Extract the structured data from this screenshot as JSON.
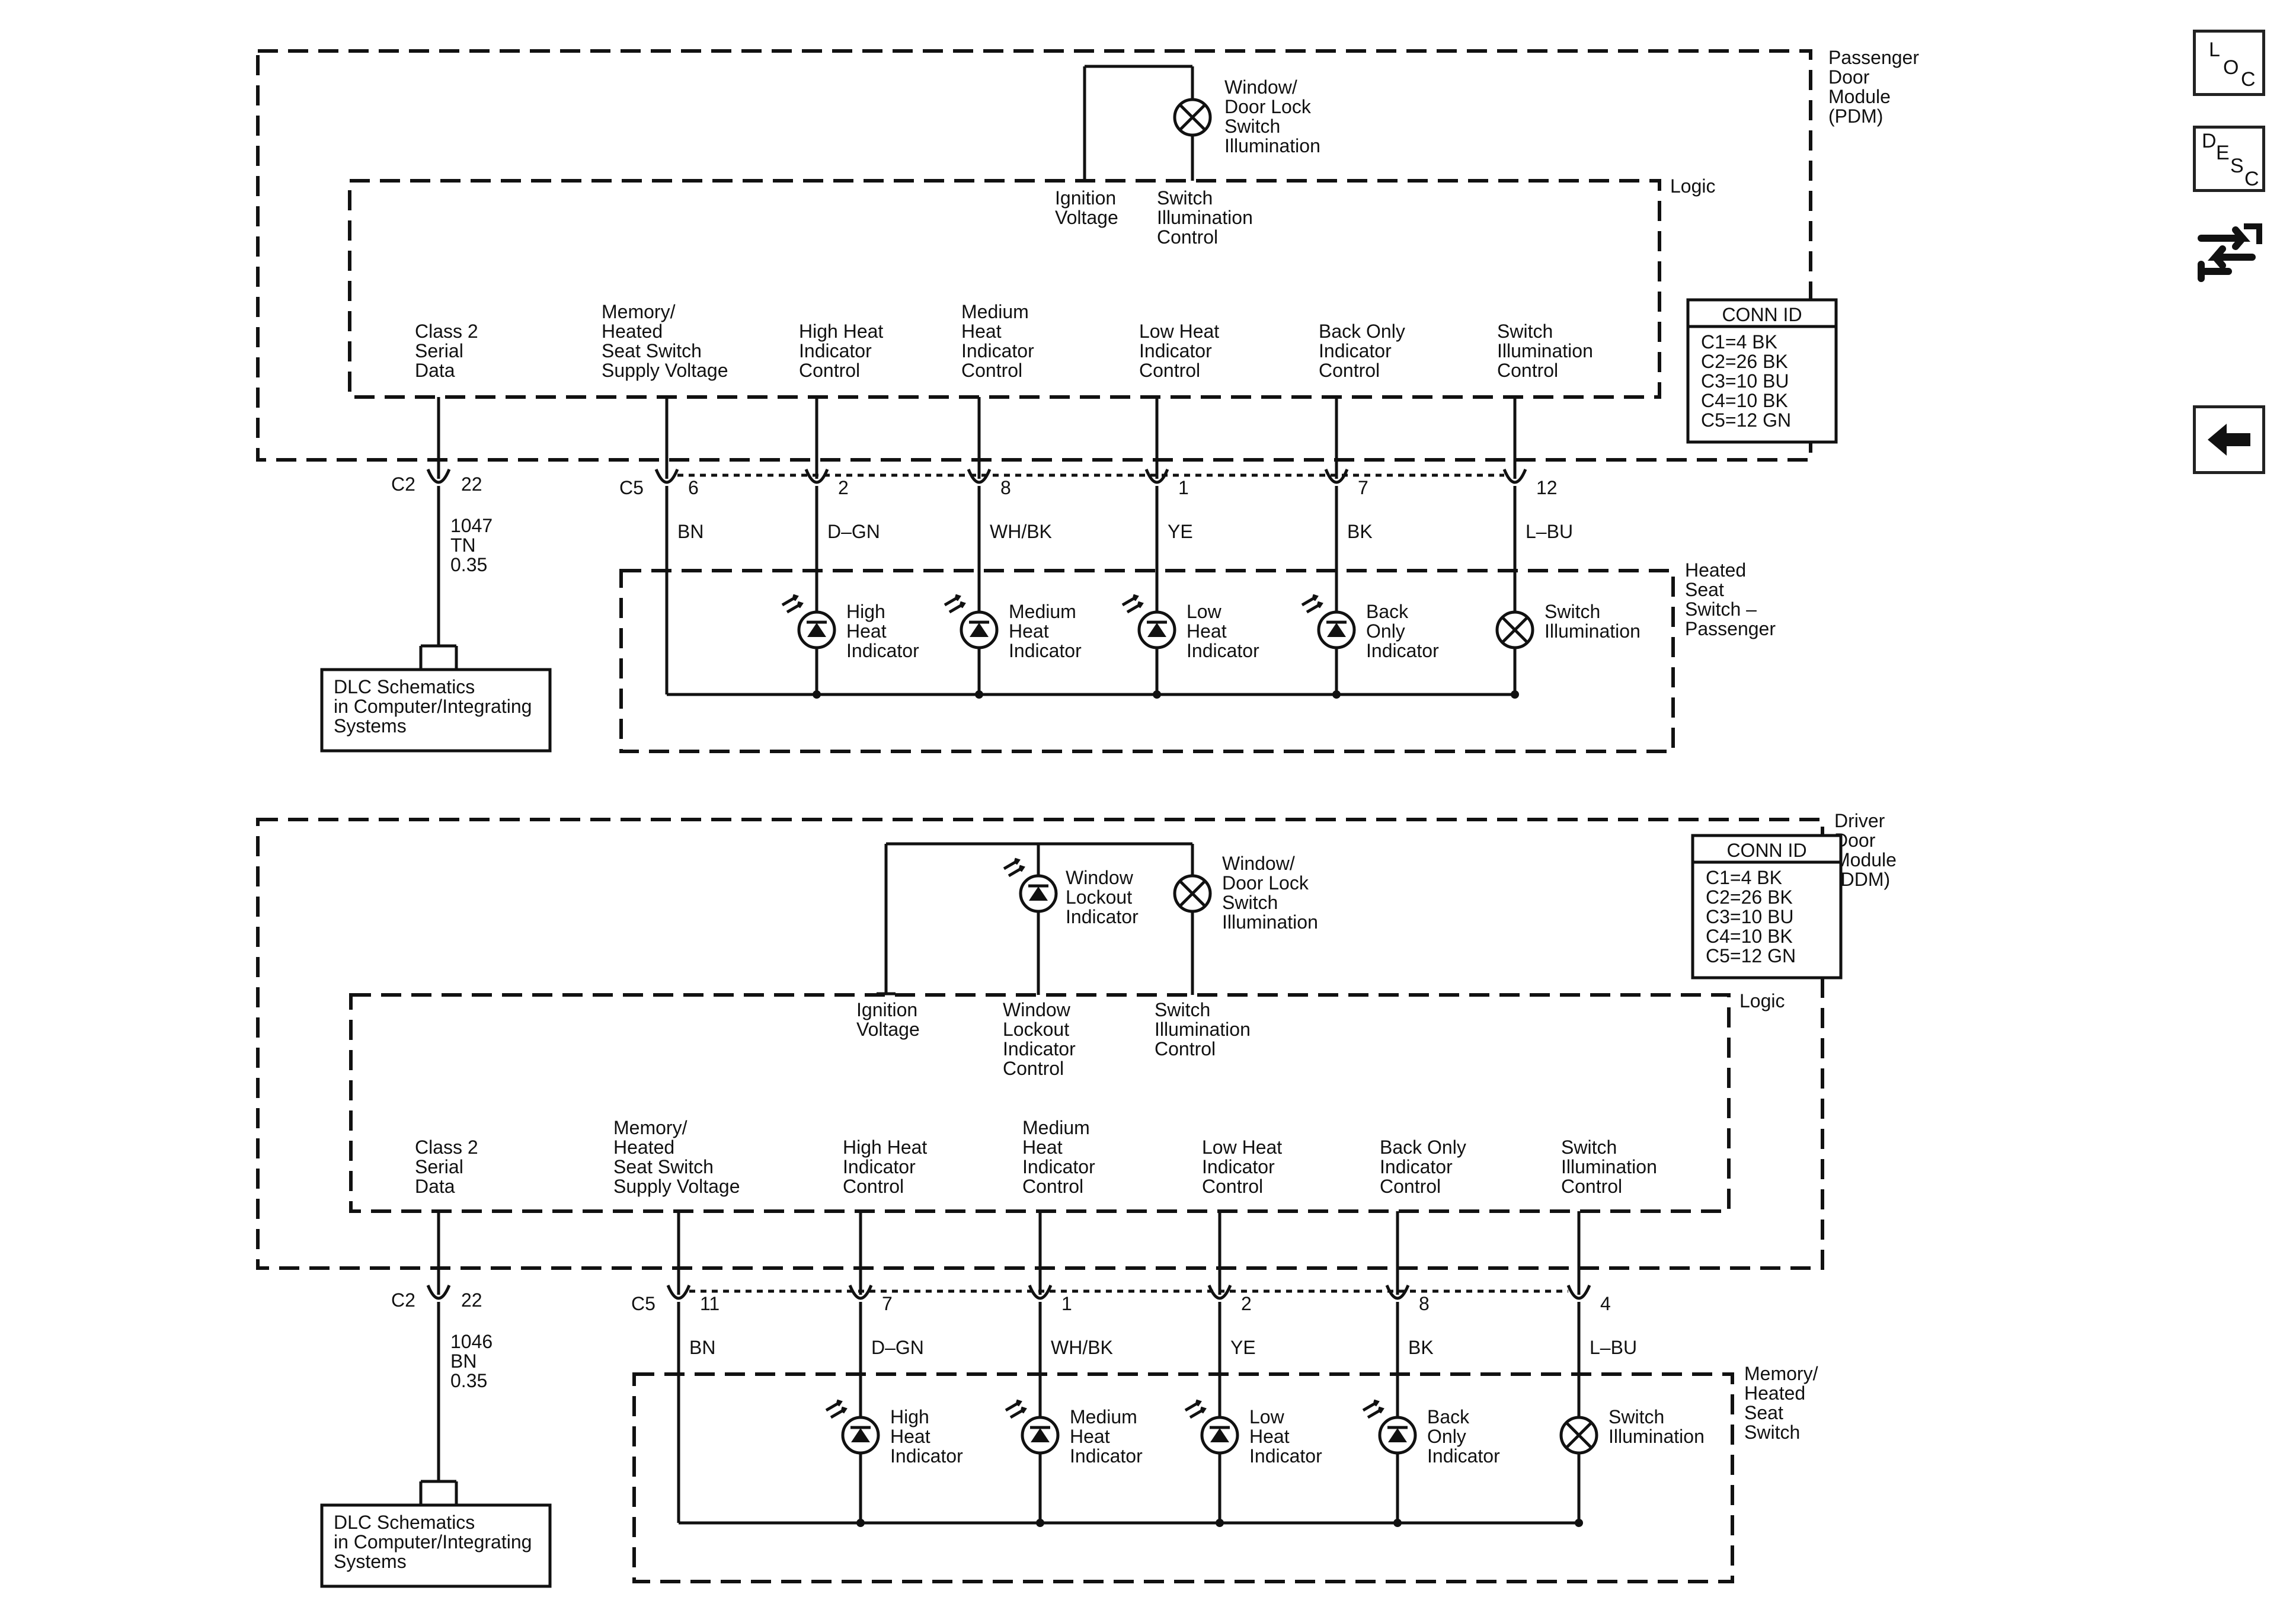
{
  "passenger": {
    "module_name": [
      "Passenger",
      "Door",
      "Module",
      "(PDM)"
    ],
    "logic_label": "Logic",
    "top_lamp_label": [
      "Window/",
      "Door Lock",
      "Switch",
      "Illumination"
    ],
    "ignition_label": [
      "Ignition",
      "Voltage"
    ],
    "switch_ctrl_label": [
      "Switch",
      "Illumination",
      "Control"
    ],
    "class2_label": [
      "Class 2",
      "Serial",
      "Data"
    ],
    "pins": [
      {
        "label": [
          "Memory/",
          "Heated",
          "Seat Switch",
          "Supply Voltage"
        ],
        "pin": "6",
        "color": "BN"
      },
      {
        "label": [
          "High Heat",
          "Indicator",
          "Control"
        ],
        "pin": "2",
        "color": "D–GN"
      },
      {
        "label": [
          "Medium",
          "Heat",
          "Indicator",
          "Control"
        ],
        "pin": "8",
        "color": "WH/BK"
      },
      {
        "label": [
          "Low Heat",
          "Indicator",
          "Control"
        ],
        "pin": "1",
        "color": "YE"
      },
      {
        "label": [
          "Back Only",
          "Indicator",
          "Control"
        ],
        "pin": "7",
        "color": "BK"
      },
      {
        "label": [
          "Switch",
          "Illumination",
          "Control"
        ],
        "pin": "12",
        "color": "L–BU"
      }
    ],
    "conn_prefix": "C5",
    "conn_id": {
      "title": "CONN ID",
      "rows": [
        "C1=4 BK",
        "C2=26 BK",
        "C3=10 BU",
        "C4=10 BK",
        "C5=12 GN"
      ]
    },
    "c2": {
      "conn": "C2",
      "pin": "22",
      "wire": [
        "1047",
        "TN",
        "0.35"
      ]
    },
    "dlc": [
      "DLC Schematics",
      "in Computer/Integrating",
      "Systems"
    ],
    "switch_name": [
      "Heated",
      "Seat",
      "Switch –",
      "Passenger"
    ],
    "indicators": [
      [
        "High",
        "Heat",
        "Indicator"
      ],
      [
        "Medium",
        "Heat",
        "Indicator"
      ],
      [
        "Low",
        "Heat",
        "Indicator"
      ],
      [
        "Back",
        "Only",
        "Indicator"
      ],
      [
        "Switch",
        "Illumination"
      ]
    ]
  },
  "driver": {
    "module_name": [
      "Driver",
      "Door",
      "Module",
      "(DDM)"
    ],
    "logic_label": "Logic",
    "lockout_lamp_label": [
      "Window",
      "Lockout",
      "Indicator"
    ],
    "top_lamp_label": [
      "Window/",
      "Door Lock",
      "Switch",
      "Illumination"
    ],
    "ignition_label": [
      "Ignition",
      "Voltage"
    ],
    "lockout_ctrl_label": [
      "Window",
      "Lockout",
      "Indicator",
      "Control"
    ],
    "switch_ctrl_label": [
      "Switch",
      "Illumination",
      "Control"
    ],
    "class2_label": [
      "Class 2",
      "Serial",
      "Data"
    ],
    "pins": [
      {
        "label": [
          "Memory/",
          "Heated",
          "Seat Switch",
          "Supply Voltage"
        ],
        "pin": "11",
        "color": "BN"
      },
      {
        "label": [
          "High Heat",
          "Indicator",
          "Control"
        ],
        "pin": "7",
        "color": "D–GN"
      },
      {
        "label": [
          "Medium",
          "Heat",
          "Indicator",
          "Control"
        ],
        "pin": "1",
        "color": "WH/BK"
      },
      {
        "label": [
          "Low Heat",
          "Indicator",
          "Control"
        ],
        "pin": "2",
        "color": "YE"
      },
      {
        "label": [
          "Back Only",
          "Indicator",
          "Control"
        ],
        "pin": "8",
        "color": "BK"
      },
      {
        "label": [
          "Switch",
          "Illumination",
          "Control"
        ],
        "pin": "4",
        "color": "L–BU"
      }
    ],
    "conn_prefix": "C5",
    "conn_id": {
      "title": "CONN ID",
      "rows": [
        "C1=4 BK",
        "C2=26 BK",
        "C3=10 BU",
        "C4=10 BK",
        "C5=12 GN"
      ]
    },
    "c2": {
      "conn": "C2",
      "pin": "22",
      "wire": [
        "1046",
        "BN",
        "0.35"
      ]
    },
    "dlc": [
      "DLC Schematics",
      "in Computer/Integrating",
      "Systems"
    ],
    "switch_name": [
      "Memory/",
      "Heated",
      "Seat",
      "Switch"
    ],
    "indicators": [
      [
        "High",
        "Heat",
        "Indicator"
      ],
      [
        "Medium",
        "Heat",
        "Indicator"
      ],
      [
        "Low",
        "Heat",
        "Indicator"
      ],
      [
        "Back",
        "Only",
        "Indicator"
      ],
      [
        "Switch",
        "Illumination"
      ]
    ]
  },
  "nav": {
    "loc": [
      "L",
      "O",
      "C"
    ],
    "desc": [
      "D",
      "E",
      "S",
      "C"
    ],
    "tools_icon": "wrench-arrows-icon",
    "back_icon": "left-arrow-icon"
  }
}
